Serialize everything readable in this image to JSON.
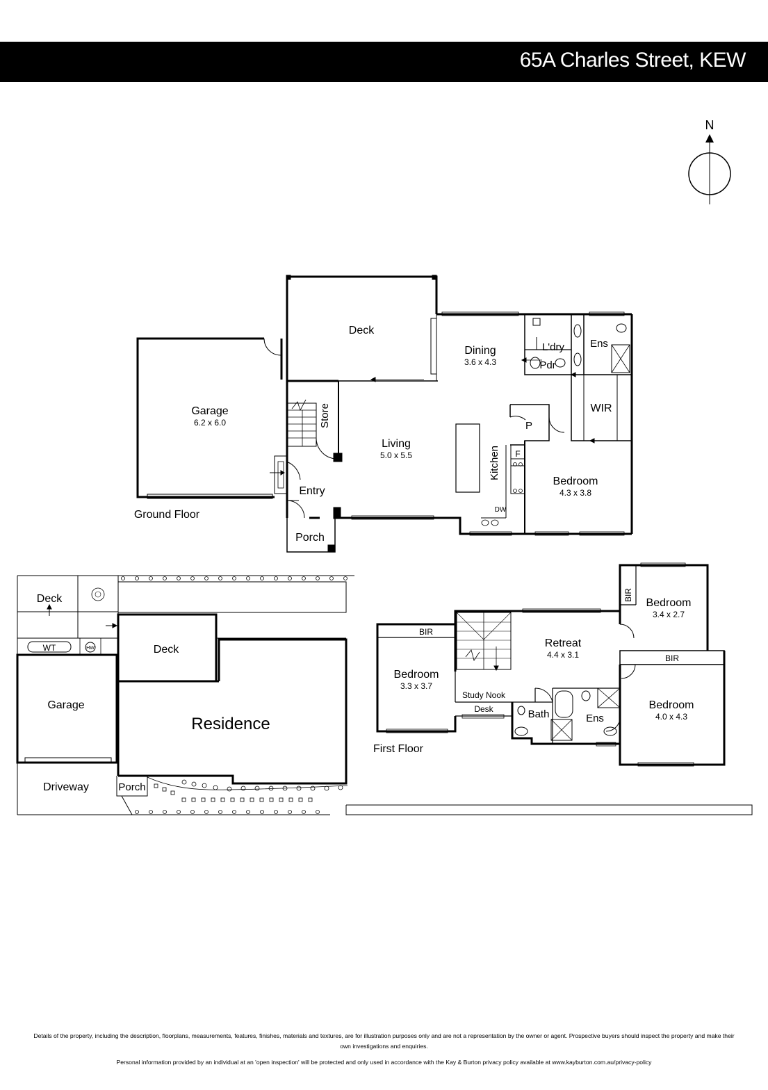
{
  "header": {
    "address": "65A Charles Street, KEW"
  },
  "compass": {
    "label": "N"
  },
  "ground_floor": {
    "title": "Ground Floor",
    "rooms": {
      "deck": "Deck",
      "dining": "Dining",
      "dining_dim": "3.6 x 4.3",
      "laundry": "L'dry",
      "powder": "Pdr",
      "ensuite": "Ens",
      "garage": "Garage",
      "garage_dim": "6.2 x 6.0",
      "store": "Store",
      "living": "Living",
      "living_dim": "5.0 x 5.5",
      "pantry": "P",
      "wir": "WIR",
      "fridge": "F",
      "kitchen": "Kitchen",
      "bedroom": "Bedroom",
      "bedroom_dim": "4.3 x 3.8",
      "entry": "Entry",
      "dw": "DW",
      "porch": "Porch"
    }
  },
  "site_plan": {
    "deck_a": "Deck",
    "wt": "WT",
    "hw": "HW",
    "deck_b": "Deck",
    "garage": "Garage",
    "residence": "Residence",
    "driveway": "Driveway",
    "porch": "Porch"
  },
  "first_floor": {
    "title": "First Floor",
    "rooms": {
      "bir_left": "BIR",
      "retreat": "Retreat",
      "retreat_dim": "4.4 x 3.1",
      "bir_top": "BIR",
      "bedroom_ne": "Bedroom",
      "bedroom_ne_dim": "3.4 x 2.7",
      "bir_right": "BIR",
      "bedroom_w": "Bedroom",
      "bedroom_w_dim": "3.3 x 3.7",
      "study_nook": "Study Nook",
      "desk": "Desk",
      "bath": "Bath",
      "ensuite": "Ens",
      "bedroom_se": "Bedroom",
      "bedroom_se_dim": "4.0 x 4.3"
    }
  },
  "footer": {
    "disclaimer": "Details of the property, including the description, floorplans, measurements, features, finishes, materials and textures, are for illustration purposes only and are not a representation by the owner or agent.  Prospective buyers should inspect the property and make their own investigations and enquiries.",
    "privacy": "Personal information provided by an individual at an 'open inspection' will be protected and only used in accordance with the Kay & Burton privacy policy available at www.kayburton.com.au/privacy-policy"
  }
}
